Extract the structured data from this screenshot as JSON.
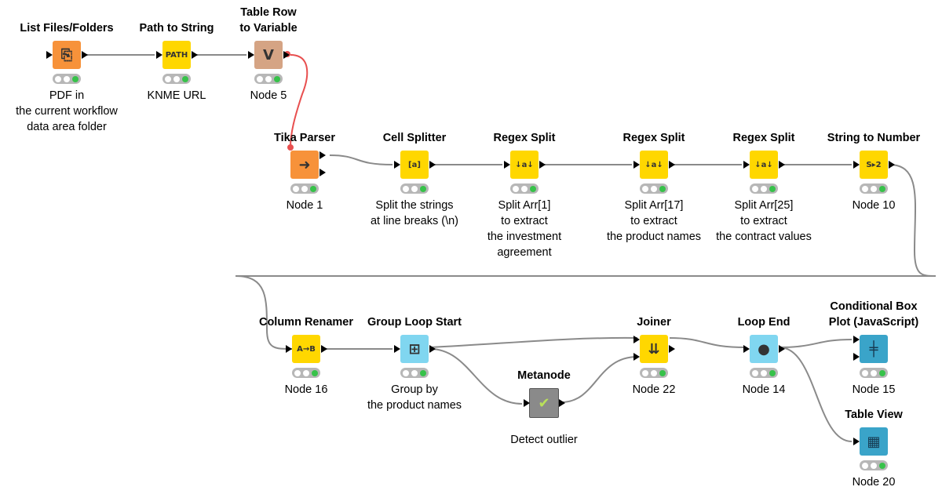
{
  "colors": {
    "manipulator": "#ffd700",
    "source": "#f7923a",
    "other": "#d5a484",
    "loop": "#80d6f0",
    "view": "#3aa4c9",
    "meta": "#8a8a8a",
    "link": "#8a8a8a",
    "varlink": "#e84f4f"
  },
  "nodes": [
    {
      "id": "list-files",
      "title": "List Files/Folders",
      "label": "PDF in\nthe current workflow\ndata area folder",
      "kind": "source",
      "icon": "files-icon",
      "glyph": "⎘",
      "lights": "yg"
    },
    {
      "id": "path-to-string",
      "title": "Path to String",
      "label": "KNME URL",
      "kind": "manipulator",
      "icon": "path-icon",
      "glyph": "PATH",
      "lights": "yg"
    },
    {
      "id": "table-row-to-variable",
      "title": "Table Row\nto Variable",
      "label": "Node 5",
      "kind": "other",
      "icon": "variable-icon",
      "glyph": "V",
      "lights": "yg"
    },
    {
      "id": "tika-parser",
      "title": "Tika Parser",
      "label": "Node 1",
      "kind": "source",
      "icon": "parser-icon",
      "glyph": "➜",
      "lights": "yg"
    },
    {
      "id": "cell-splitter",
      "title": "Cell Splitter",
      "label": "Split the strings\nat line breaks (\\n)",
      "kind": "manipulator",
      "icon": "splitter-icon",
      "glyph": "[a]",
      "lights": "yg"
    },
    {
      "id": "regex-split-1",
      "title": "Regex Split",
      "label": "Split Arr[1]\nto extract\nthe investment\nagreement",
      "kind": "manipulator",
      "icon": "regex-icon",
      "glyph": "↓a↓",
      "lights": "yg"
    },
    {
      "id": "regex-split-17",
      "title": "Regex Split",
      "label": "Split Arr[17]\nto extract\nthe product names",
      "kind": "manipulator",
      "icon": "regex-icon",
      "glyph": "↓a↓",
      "lights": "yg"
    },
    {
      "id": "regex-split-25",
      "title": "Regex Split",
      "label": "Split Arr[25]\nto extract\nthe contract values",
      "kind": "manipulator",
      "icon": "regex-icon",
      "glyph": "↓a↓",
      "lights": "yg"
    },
    {
      "id": "string-to-number",
      "title": "String to Number",
      "label": "Node 10",
      "kind": "manipulator",
      "icon": "string-number-icon",
      "glyph": "S▸2",
      "lights": "yg"
    },
    {
      "id": "column-renamer",
      "title": "Column Renamer",
      "label": "Node 16",
      "kind": "manipulator",
      "icon": "rename-icon",
      "glyph": "A→B",
      "lights": "yg"
    },
    {
      "id": "group-loop-start",
      "title": "Group Loop Start",
      "label": "Group by\nthe product names",
      "kind": "loop",
      "icon": "loop-start-icon",
      "glyph": "⊞",
      "lights": "yg"
    },
    {
      "id": "metanode",
      "title": "Metanode",
      "label": "Detect outlier",
      "kind": "meta",
      "icon": "check-icon",
      "glyph": "✔",
      "lights": ""
    },
    {
      "id": "joiner",
      "title": "Joiner",
      "label": "Node 22",
      "kind": "manipulator",
      "icon": "joiner-icon",
      "glyph": "⇊",
      "lights": "yg"
    },
    {
      "id": "loop-end",
      "title": "Loop End",
      "label": "Node 14",
      "kind": "loop",
      "icon": "loop-end-icon",
      "glyph": "●",
      "lights": "yg"
    },
    {
      "id": "conditional-box-plot",
      "title": "Conditional Box\nPlot (JavaScript)",
      "label": "Node 15",
      "kind": "view",
      "icon": "boxplot-icon",
      "glyph": "╪",
      "lights": "yg"
    },
    {
      "id": "table-view",
      "title": "Table View",
      "label": "Node 20",
      "kind": "view",
      "icon": "table-icon",
      "glyph": "▦",
      "lights": "yg"
    }
  ]
}
